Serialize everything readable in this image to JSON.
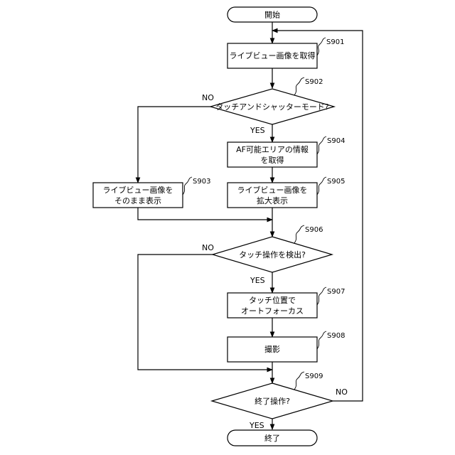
{
  "flowchart": {
    "start": "開始",
    "end": "終了",
    "steps": {
      "s901": {
        "id": "S901",
        "lines": [
          "ライブビュー画像を取得"
        ]
      },
      "s902": {
        "id": "S902",
        "lines": [
          "タッチアンドシャッターモード?"
        ],
        "yes": "YES",
        "no": "NO"
      },
      "s903": {
        "id": "S903",
        "lines": [
          "ライブビュー画像を",
          "そのまま表示"
        ]
      },
      "s904": {
        "id": "S904",
        "lines": [
          "AF可能エリアの情報",
          "を取得"
        ]
      },
      "s905": {
        "id": "S905",
        "lines": [
          "ライブビュー画像を",
          "拡大表示"
        ]
      },
      "s906": {
        "id": "S906",
        "lines": [
          "タッチ操作を検出?"
        ],
        "yes": "YES",
        "no": "NO"
      },
      "s907": {
        "id": "S907",
        "lines": [
          "タッチ位置で",
          "オートフォーカス"
        ]
      },
      "s908": {
        "id": "S908",
        "lines": [
          "撮影"
        ]
      },
      "s909": {
        "id": "S909",
        "lines": [
          "終了操作?"
        ],
        "yes": "YES",
        "no": "NO"
      }
    }
  }
}
